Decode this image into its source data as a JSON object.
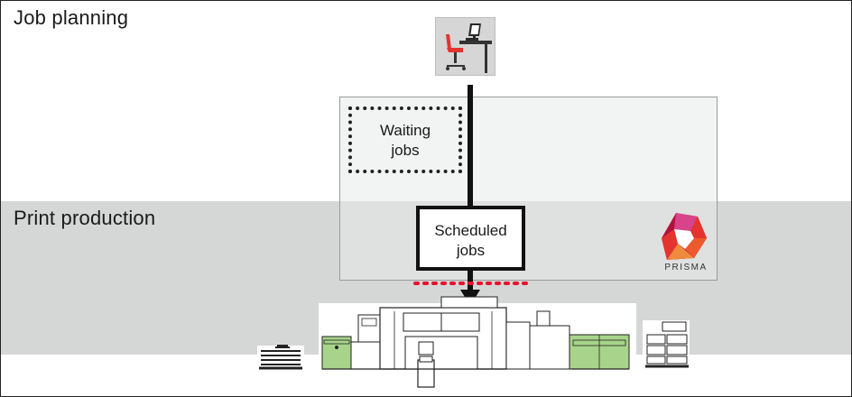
{
  "sections": {
    "job_planning": "Job planning",
    "print_production": "Print production"
  },
  "boxes": {
    "waiting_line1": "Waiting",
    "waiting_line2": "jobs",
    "scheduled_line1": "Scheduled",
    "scheduled_line2": "jobs"
  },
  "brand": {
    "wordmark": "PRISMA",
    "colors": {
      "red": "#e3342f",
      "crimson": "#b3123c",
      "orange": "#f08a3c",
      "pink": "#d9438a",
      "print_green": "#a7d48a",
      "dotted_red": "#e8112d"
    }
  },
  "icons": {
    "workstation": "workstation-icon",
    "printer": "printing-press-icon",
    "paper_in": "paper-stack-icon",
    "paper_out": "output-stack-icon"
  }
}
